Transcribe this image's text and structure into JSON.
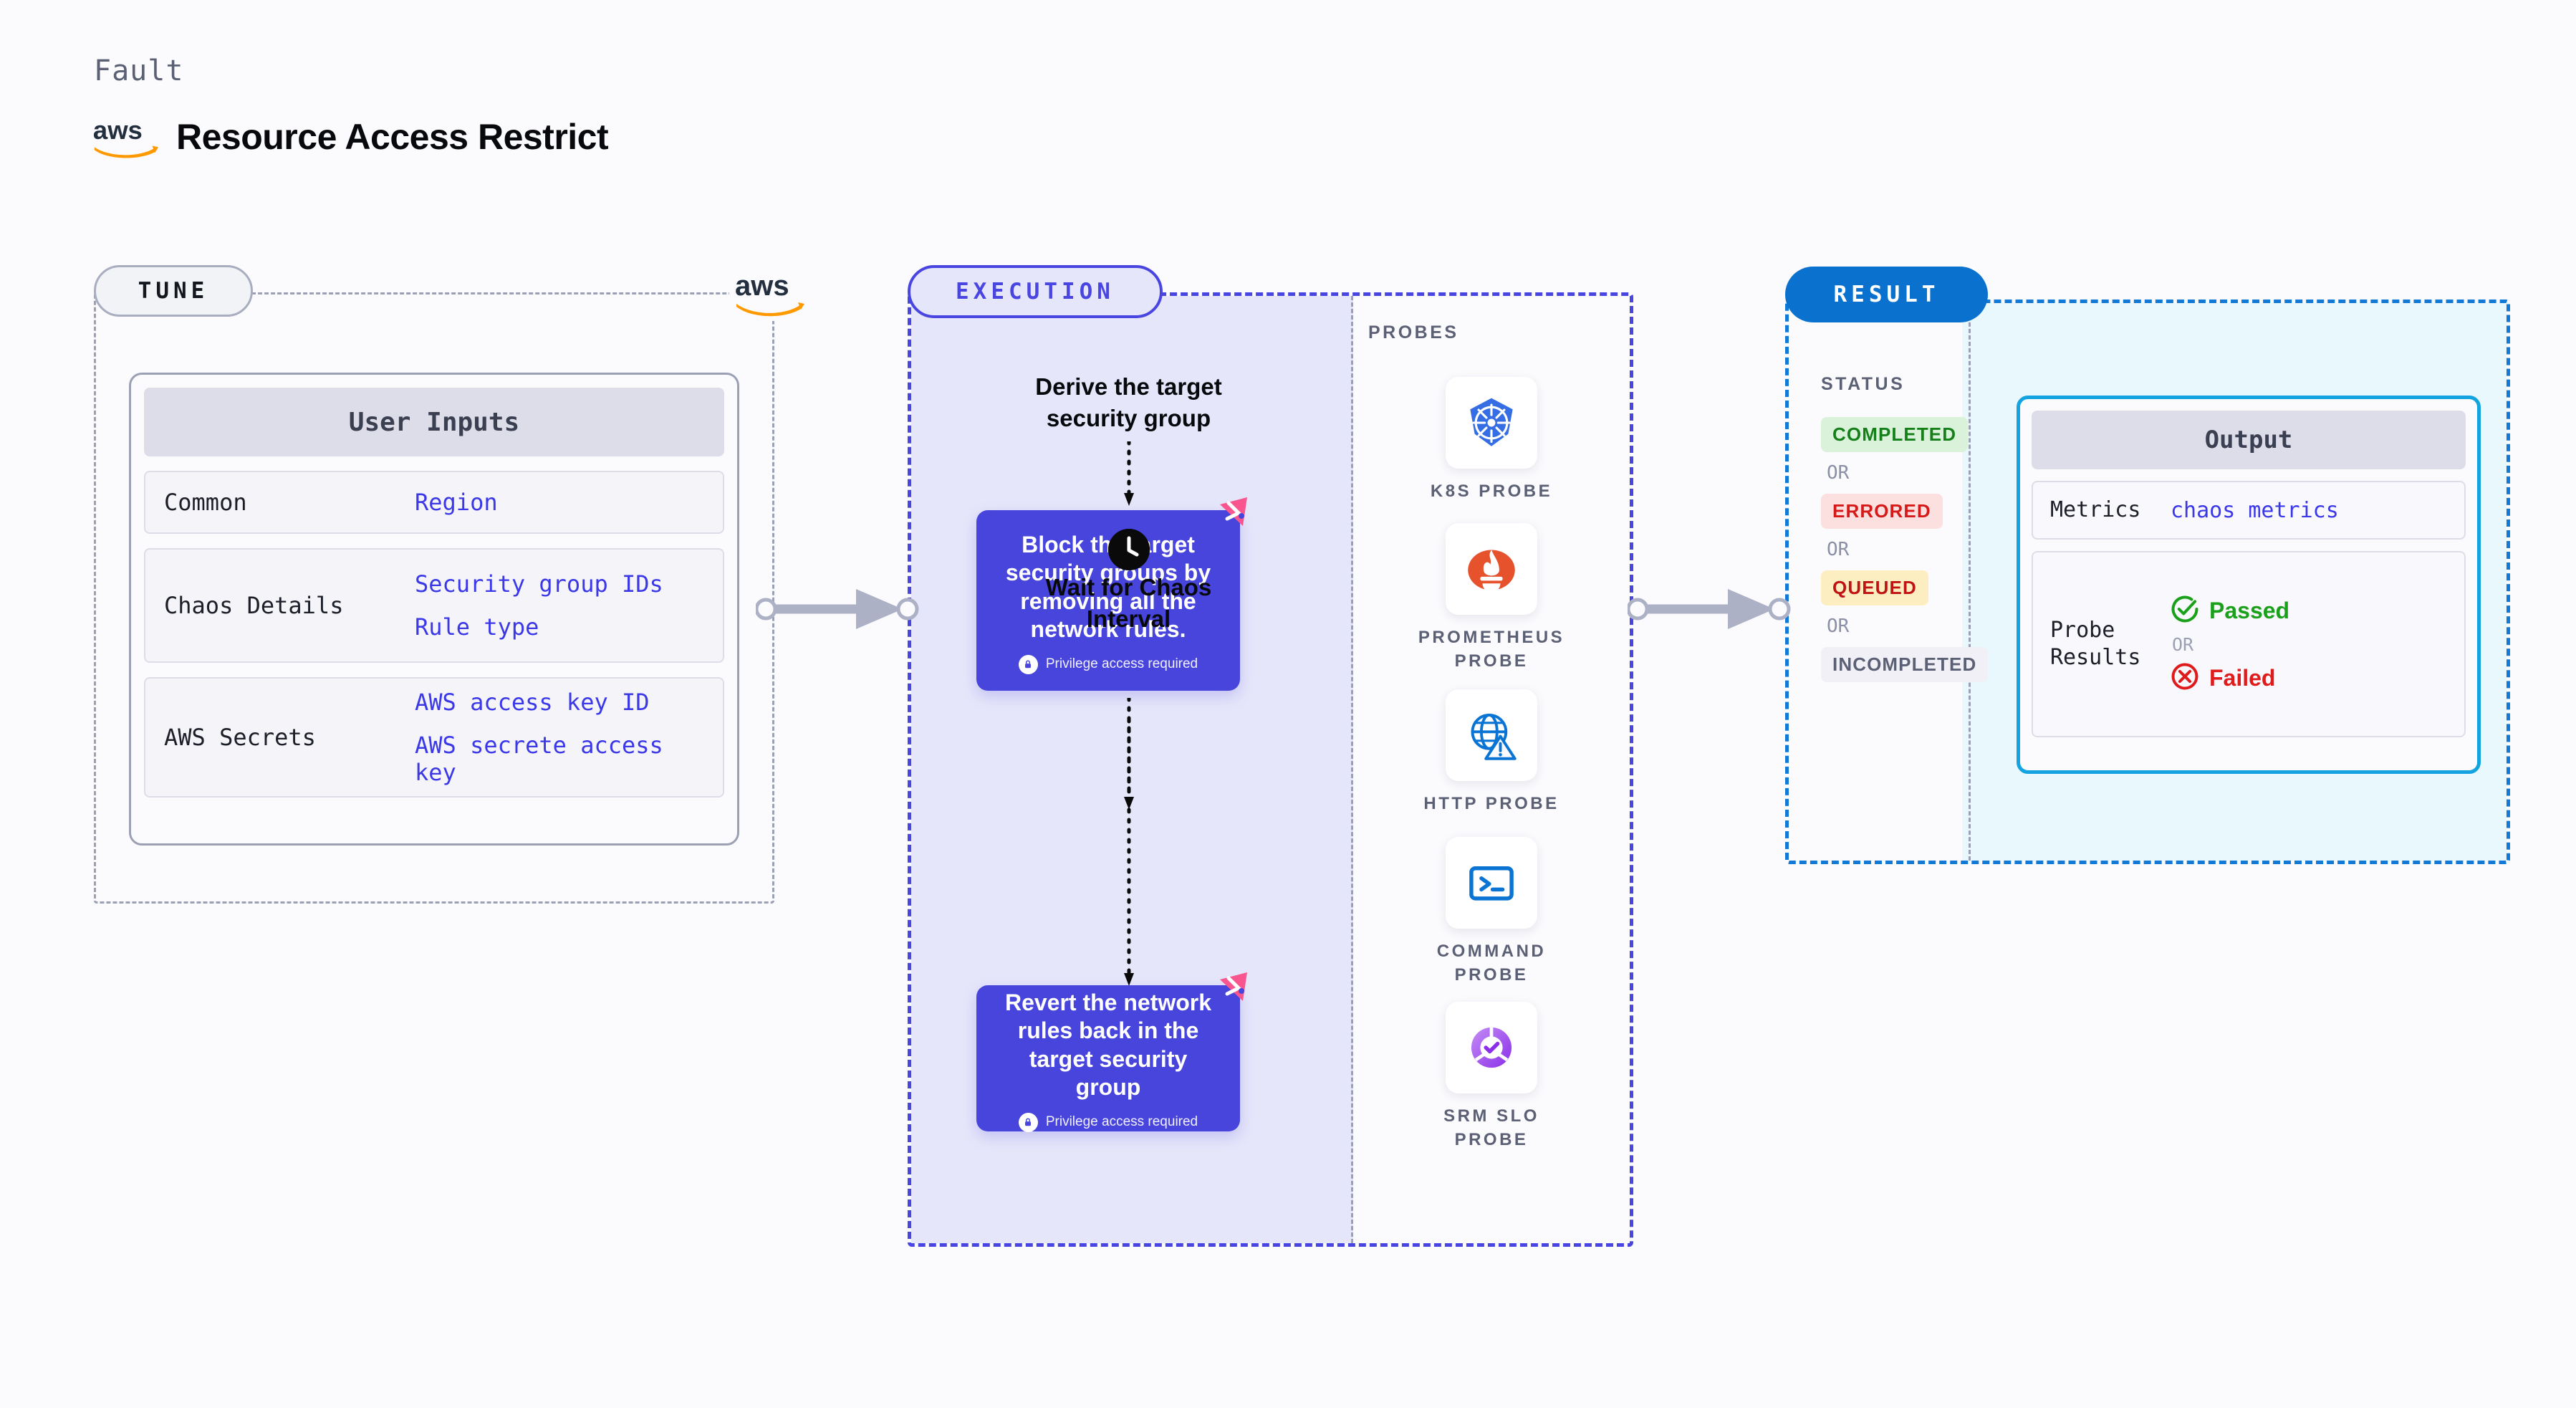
{
  "header": {
    "kicker": "Fault",
    "title": "Resource Access Restrict",
    "provider_icon": "aws-logo-icon"
  },
  "tune": {
    "pill_label": "TUNE",
    "provider_badge_icon": "aws-logo-icon",
    "card_title": "User Inputs",
    "rows": [
      {
        "label": "Common",
        "values": [
          "Region"
        ]
      },
      {
        "label": "Chaos Details",
        "values": [
          "Security group IDs",
          "Rule type"
        ]
      },
      {
        "label": "AWS Secrets",
        "values": [
          "AWS access key ID",
          "AWS secrete access key"
        ]
      }
    ]
  },
  "execution": {
    "pill_label": "EXECUTION",
    "step_derive": "Derive the target\nsecurity group",
    "card_block": {
      "text": "Block the target security groups by removing all the network rules.",
      "privilege_note": "Privilege access required",
      "badge_icon": "chaos-badge-icon",
      "lock_icon": "lock-icon"
    },
    "wait_step": {
      "icon": "clock-icon",
      "label": "Wait for Chaos\nInterval"
    },
    "card_revert": {
      "text": "Revert the network rules back in the target security group",
      "privilege_note": "Privilege access required",
      "badge_icon": "chaos-badge-icon",
      "lock_icon": "lock-icon"
    }
  },
  "probes": {
    "heading": "PROBES",
    "items": [
      {
        "label": "K8S  PROBE",
        "icon": "kubernetes-icon"
      },
      {
        "label": "PROMETHEUS\nPROBE",
        "icon": "prometheus-icon"
      },
      {
        "label": "HTTP  PROBE",
        "icon": "globe-warning-icon"
      },
      {
        "label": "COMMAND\nPROBE",
        "icon": "terminal-icon"
      },
      {
        "label": "SRM  SLO\nPROBE",
        "icon": "srm-slo-icon"
      }
    ]
  },
  "result": {
    "pill_label": "RESULT",
    "status_heading": "STATUS",
    "or_label": "OR",
    "statuses": [
      {
        "label": "COMPLETED",
        "style": "sb-completed"
      },
      {
        "label": "ERRORED",
        "style": "sb-errored"
      },
      {
        "label": "QUEUED",
        "style": "sb-queued"
      },
      {
        "label": "INCOMPLETED",
        "style": "sb-incompleted"
      }
    ],
    "output": {
      "card_title": "Output",
      "metrics_label": "Metrics",
      "metrics_value": "chaos metrics",
      "probe_results_label": "Probe\nResults",
      "passed_label": "Passed",
      "failed_label": "Failed",
      "or_label": "OR",
      "passed_icon": "check-circle-icon",
      "failed_icon": "x-circle-icon"
    }
  },
  "connectors": [
    {
      "name": "tune-to-execution-arrow"
    },
    {
      "name": "execution-to-result-arrow"
    }
  ],
  "colors": {
    "page_bg": "#fbfbfe",
    "execution_accent": "#4945e0",
    "execution_card": "#4845dd",
    "execution_bg": "#e6e6fa",
    "result_accent": "#1379d6",
    "result_bg": "#e9f8fd",
    "output_border": "#12a3e0",
    "tune_border": "#9ba0b4",
    "value_text": "#3b38e8",
    "chaos_badge": "#f9568f"
  }
}
